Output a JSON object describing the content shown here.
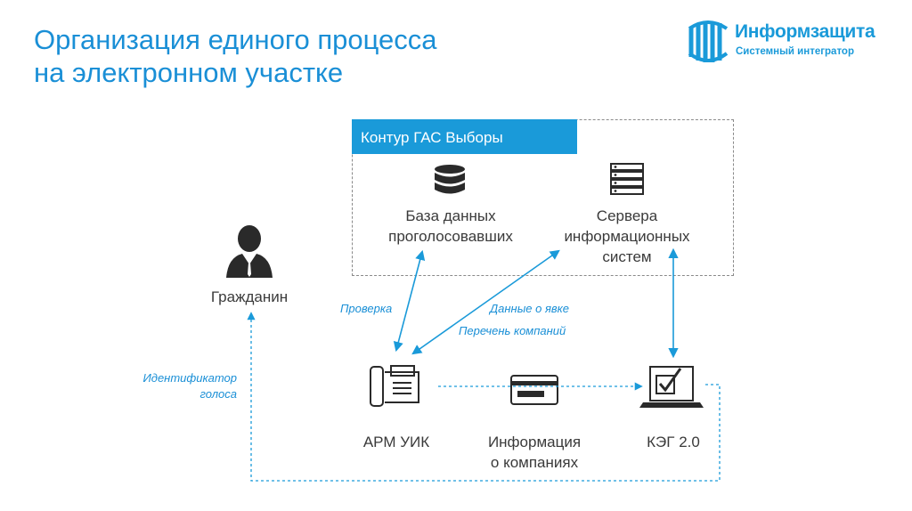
{
  "title": {
    "line1": "Организация единого процесса",
    "line2": "на электронном участке"
  },
  "logo": {
    "name": "Информзащита",
    "subtitle": "Системный интегратор",
    "color": "#1a9ad9"
  },
  "contour": {
    "label": "Контур ГАС Выборы"
  },
  "nodes": {
    "db": {
      "line1": "База данных",
      "line2": "проголосовавших",
      "icon": "database-icon"
    },
    "servers": {
      "line1": "Сервера",
      "line2": "информационных",
      "line3": "систем",
      "icon": "server-rack-icon"
    },
    "citizen": {
      "label": "Гражданин",
      "icon": "person-icon"
    },
    "arm": {
      "label": "АРМ УИК",
      "icon": "desk-phone-icon"
    },
    "info": {
      "line1": "Информация",
      "line2": "о компаниях",
      "icon": "card-icon"
    },
    "keg": {
      "label": "КЭГ 2.0",
      "icon": "laptop-check-icon"
    }
  },
  "edges": {
    "check": "Проверка",
    "turnout": "Данные о явке",
    "companies": "Перечень компаний",
    "voter_id_line1": "Идентификатор",
    "voter_id_line2": "голоса"
  },
  "colors": {
    "accent": "#1a9ad9",
    "text": "#3a3a3a",
    "icon": "#2a2a2a",
    "border": "#8a8a8a"
  }
}
